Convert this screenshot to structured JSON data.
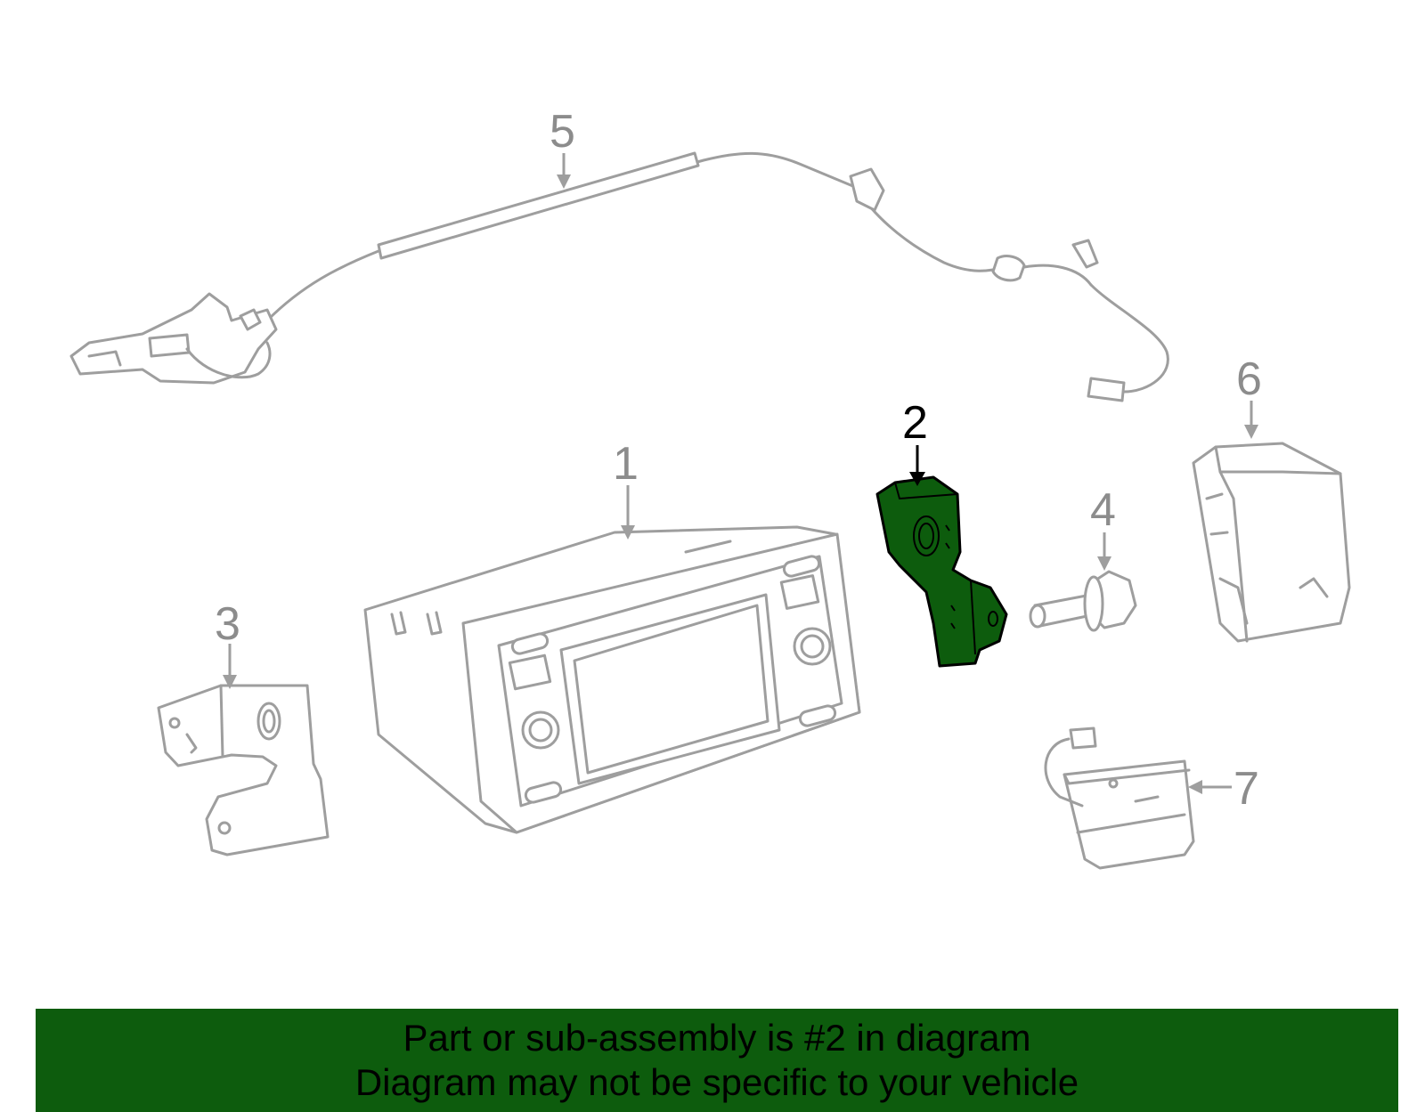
{
  "diagram": {
    "callouts": [
      {
        "id": "1",
        "label": "1"
      },
      {
        "id": "2",
        "label": "2",
        "highlighted": true
      },
      {
        "id": "3",
        "label": "3"
      },
      {
        "id": "4",
        "label": "4"
      },
      {
        "id": "5",
        "label": "5"
      },
      {
        "id": "6",
        "label": "6"
      },
      {
        "id": "7",
        "label": "7"
      }
    ],
    "colors": {
      "highlight": "#0d5c0d",
      "outline": "#9e9e9e",
      "banner": "#0d5c0d"
    }
  },
  "banner": {
    "line1": "Part or sub-assembly is #2 in diagram",
    "line2": "Diagram may not be specific to your vehicle"
  }
}
